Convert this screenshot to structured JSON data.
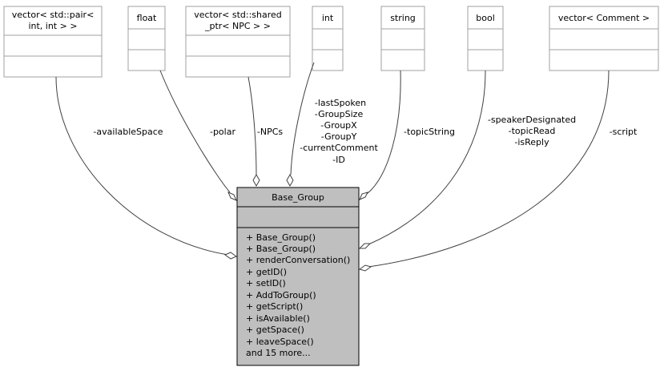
{
  "main_class": {
    "name": "Base_Group",
    "methods": [
      "+ Base_Group()",
      "+ Base_Group()",
      "+ renderConversation()",
      "+ getID()",
      "+ setID()",
      "+ AddToGroup()",
      "+ getScript()",
      "+ isAvailable()",
      "+ getSpace()",
      "+ leaveSpace()",
      "and 15 more..."
    ]
  },
  "type_boxes": [
    {
      "id": "vector-pair",
      "lines": [
        "vector< std::pair<",
        "int, int > >"
      ]
    },
    {
      "id": "float",
      "lines": [
        "float"
      ]
    },
    {
      "id": "vector-npc",
      "lines": [
        "vector< std::shared",
        "_ptr< NPC > >"
      ]
    },
    {
      "id": "int",
      "lines": [
        "int"
      ]
    },
    {
      "id": "string",
      "lines": [
        "string"
      ]
    },
    {
      "id": "bool",
      "lines": [
        "bool"
      ]
    },
    {
      "id": "vector-comment",
      "lines": [
        "vector< Comment >"
      ]
    }
  ],
  "edge_labels": {
    "vector-pair": [
      "-availableSpace"
    ],
    "float": [
      "-polar"
    ],
    "vector-npc": [
      "-NPCs"
    ],
    "int": [
      "-lastSpoken",
      "-GroupSize",
      "-GroupX",
      "-GroupY",
      "-currentComment",
      "-ID"
    ],
    "string": [
      "-topicString"
    ],
    "bool": [
      "-speakerDesignated",
      "-topicRead",
      "-isReply"
    ],
    "vector-comment": [
      "-script"
    ]
  }
}
